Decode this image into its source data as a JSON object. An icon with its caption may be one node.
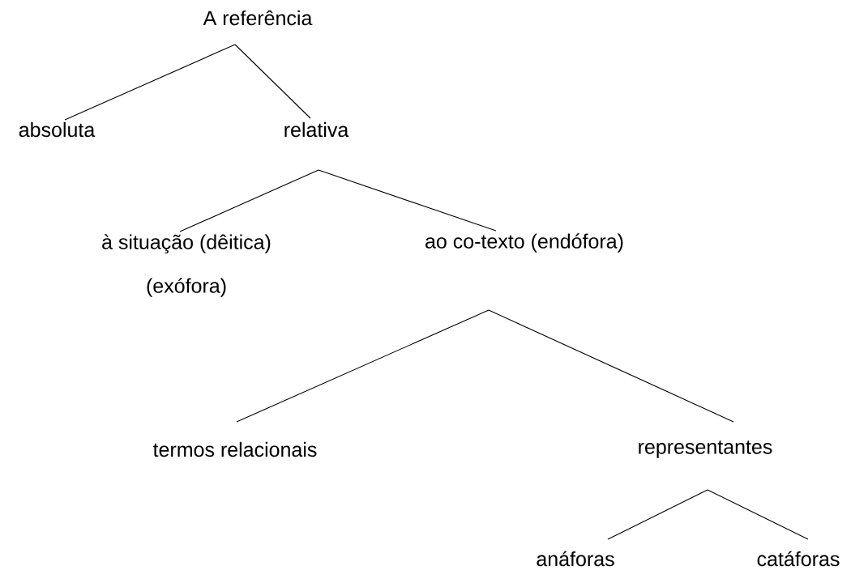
{
  "diagram": {
    "nodes": [
      {
        "text": [
          "A referência"
        ]
      },
      {
        "text": [
          "absoluta"
        ]
      },
      {
        "text": [
          "relativa"
        ]
      },
      {
        "text": [
          "à situação (dêitica)",
          "(exófora)"
        ]
      },
      {
        "text": [
          "ao co-texto (endófora)"
        ]
      },
      {
        "text": [
          "termos relacionais"
        ]
      },
      {
        "text": [
          "representantes"
        ]
      },
      {
        "text": [
          "anáforas"
        ]
      },
      {
        "text": [
          "catáforas"
        ]
      }
    ],
    "edges": [
      {
        "from": 0,
        "to": 1,
        "arrow": "none"
      },
      {
        "from": 0,
        "to": 2,
        "arrow": "none"
      },
      {
        "from": 2,
        "to": 3,
        "arrow": "none"
      },
      {
        "from": 2,
        "to": 4,
        "arrow": "none"
      },
      {
        "from": 4,
        "to": 5,
        "arrow": "none"
      },
      {
        "from": 4,
        "to": 6,
        "arrow": "none"
      },
      {
        "from": 6,
        "to": 7,
        "arrow": "none"
      },
      {
        "from": 6,
        "to": 8,
        "arrow": "none"
      }
    ]
  }
}
